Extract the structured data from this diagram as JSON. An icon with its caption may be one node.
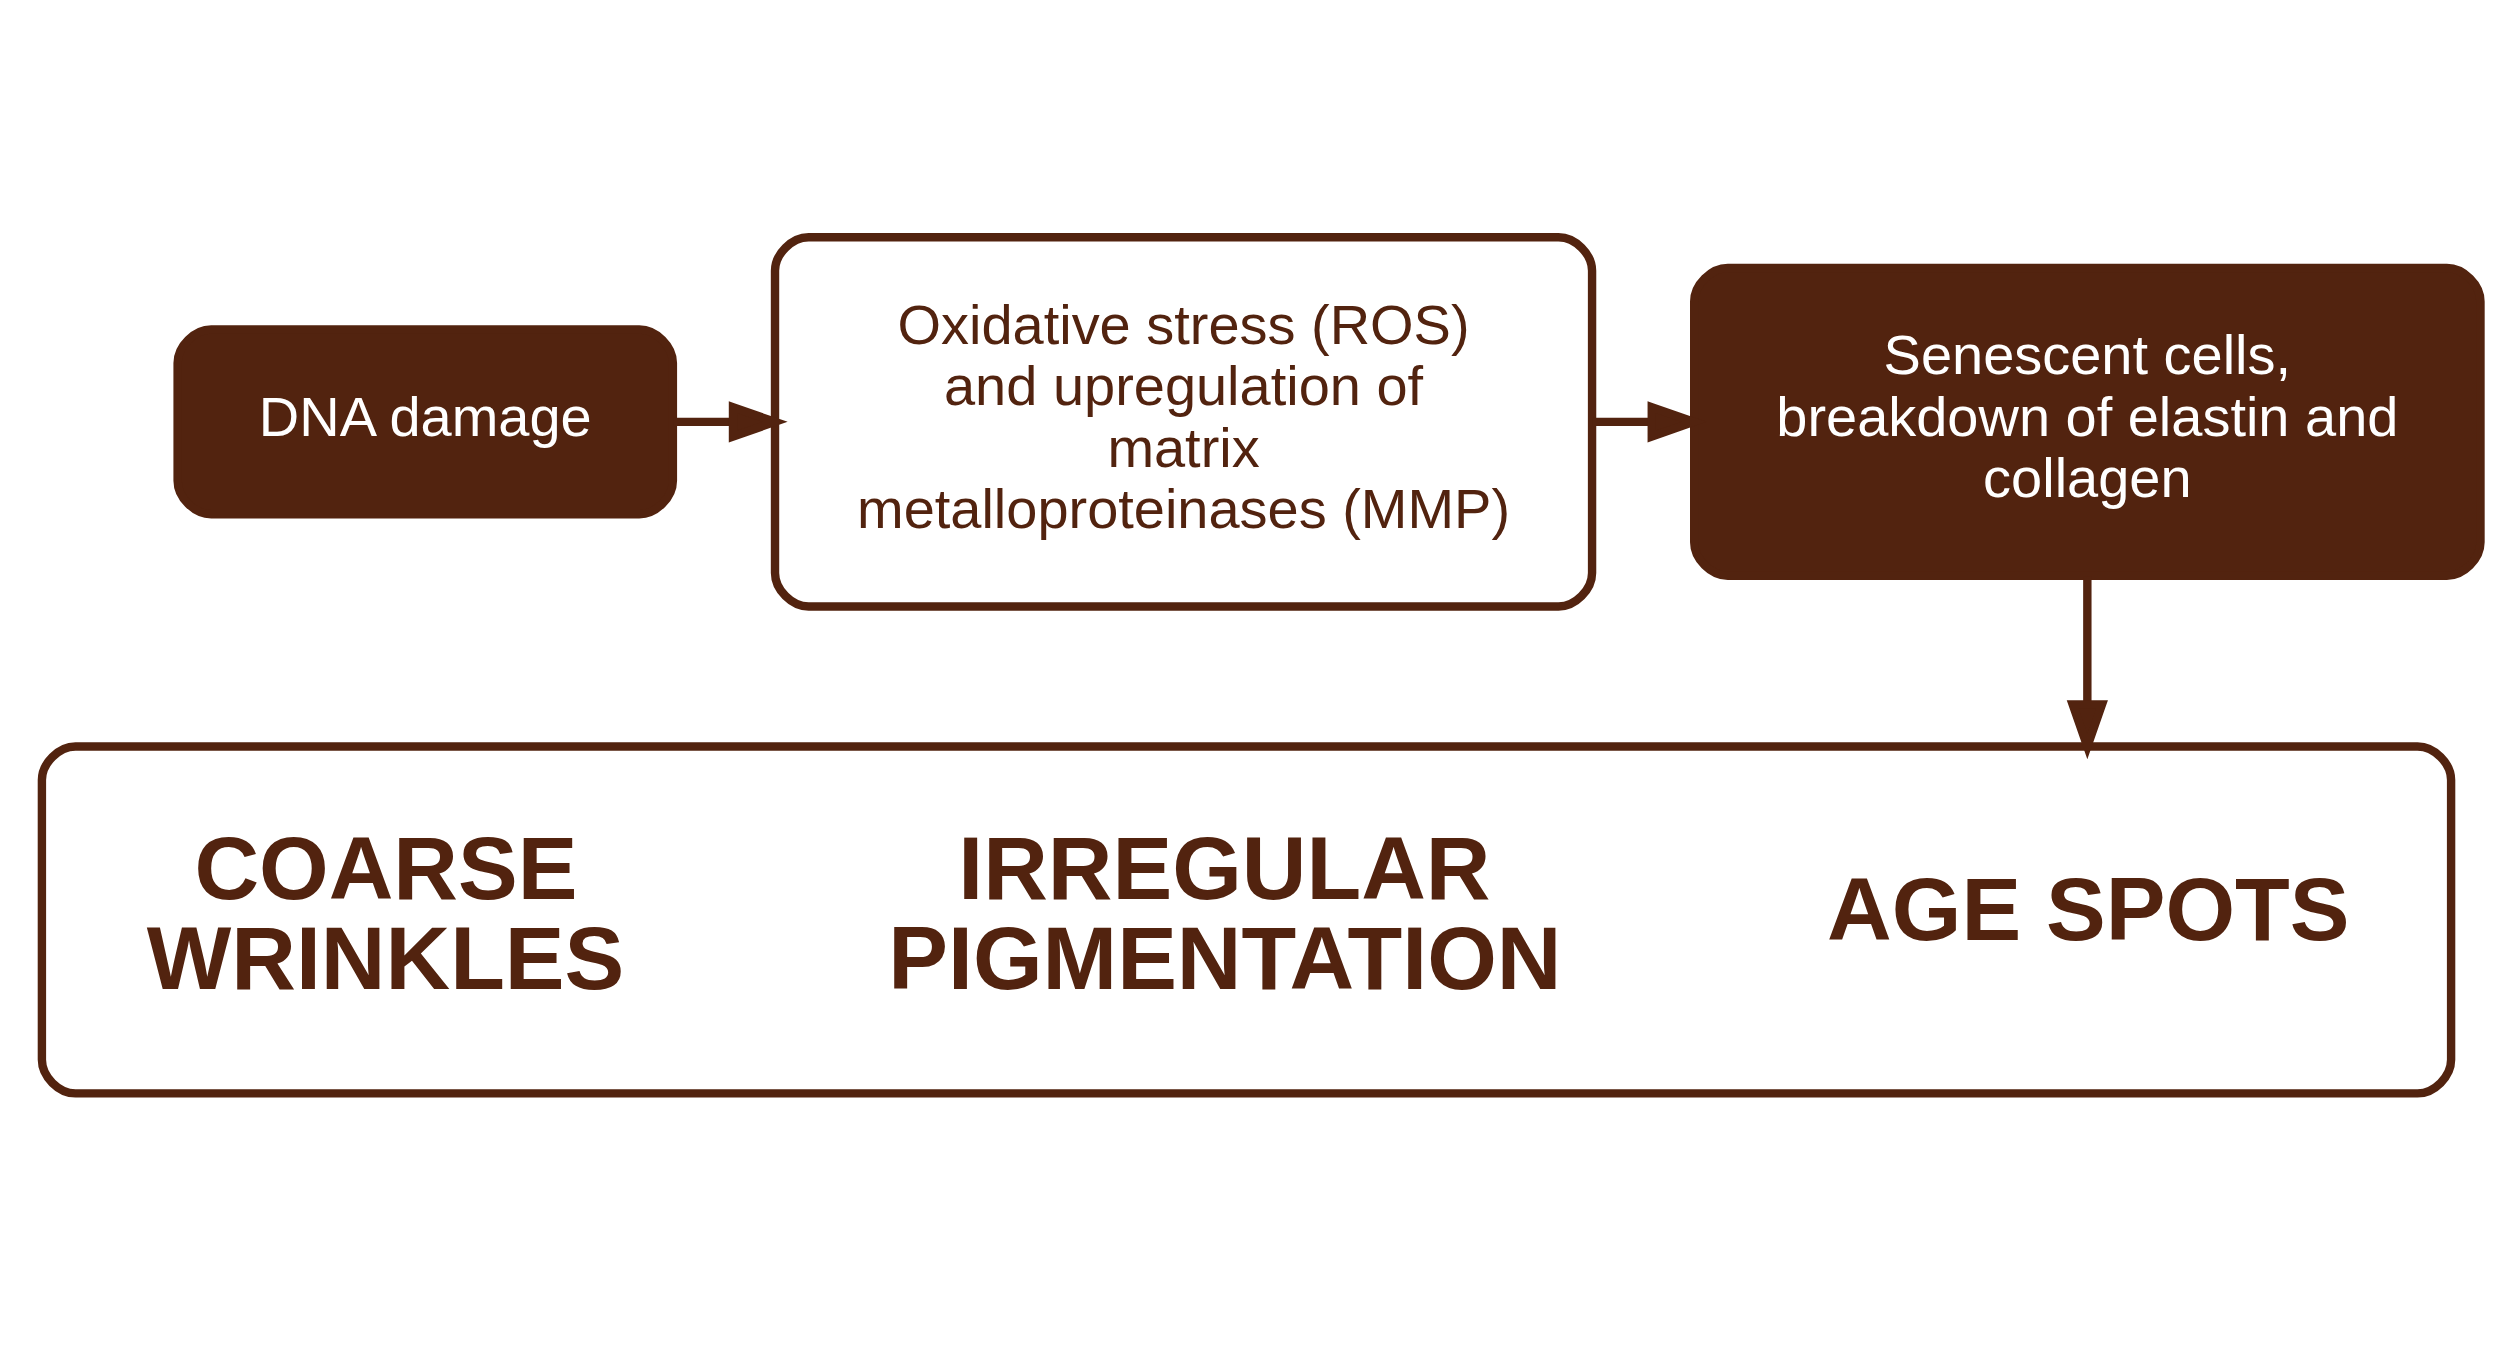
{
  "diagram": {
    "nodes": [
      {
        "text": [
          "DNA damage"
        ]
      },
      {
        "text": [
          "Oxidative stress (ROS) and upregulation of matrix metalloproteinases (MMP)"
        ]
      },
      {
        "text": [
          "Senescent cells, breakdown of elastin and collagen"
        ]
      },
      {
        "text": [],
        "shape": "box"
      },
      {
        "text": [
          "COARSE WRINKLES"
        ],
        "in": 3
      },
      {
        "text": [
          "IRREGULAR PIGMENTATION"
        ],
        "in": 3
      },
      {
        "text": [
          "AGE SPOTS"
        ],
        "in": 3
      }
    ],
    "edges": [
      {
        "from": 0,
        "to": 1,
        "arrow": "to"
      },
      {
        "from": 1,
        "to": 2,
        "arrow": "to"
      },
      {
        "from": 2,
        "to": 3,
        "arrow": "to"
      }
    ]
  }
}
